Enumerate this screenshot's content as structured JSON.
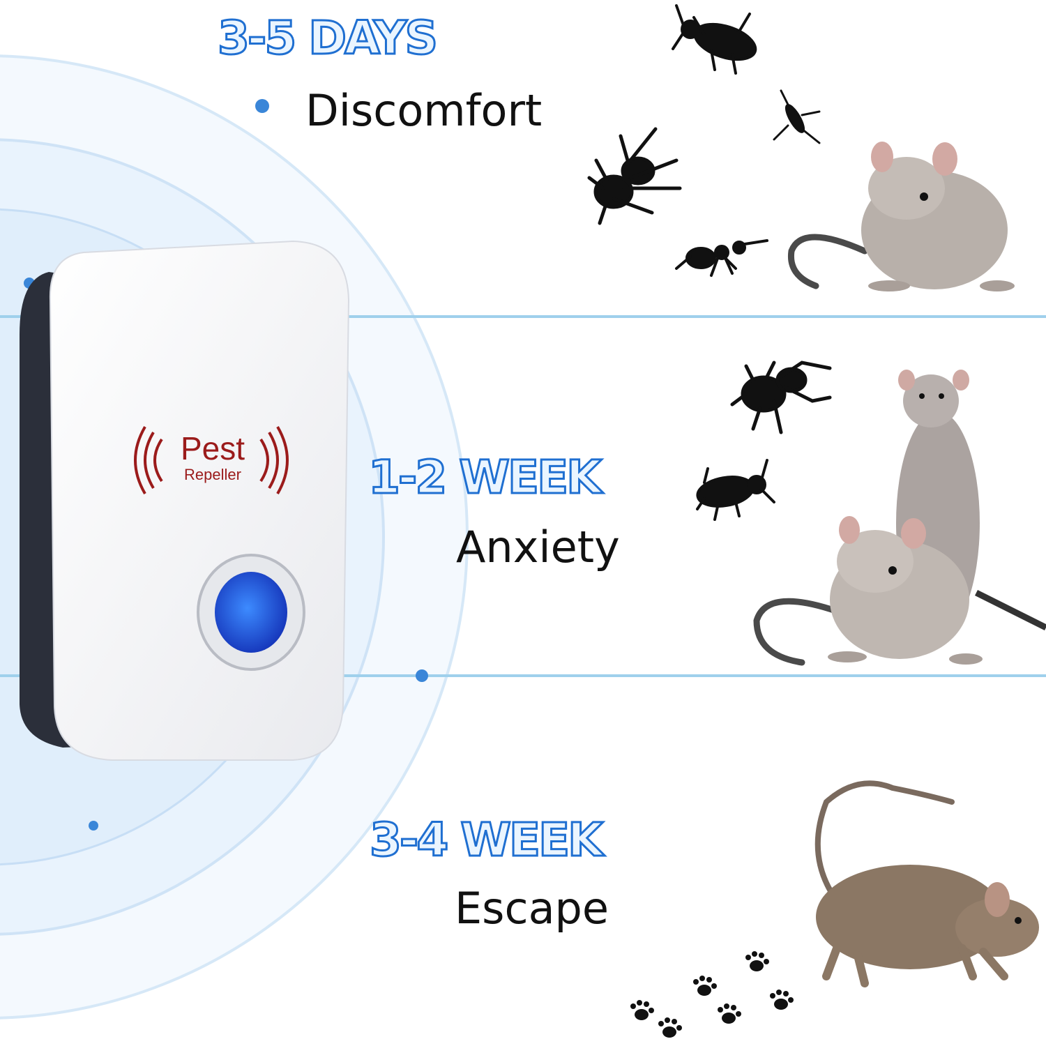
{
  "device": {
    "brand_main": "Pest",
    "brand_sub": "Repeller",
    "led_color": "#1e5ff0"
  },
  "stages": [
    {
      "duration": "3-5 DAYS",
      "effect": "Discomfort"
    },
    {
      "duration": "1-2 WEEK",
      "effect": "Anxiety"
    },
    {
      "duration": "3-4 WEEK",
      "effect": "Escape"
    }
  ],
  "colors": {
    "accent": "#1f6fd1",
    "divider": "#9fd0ec",
    "text": "#111111"
  },
  "icons": [
    "cockroach-icon",
    "mosquito-icon",
    "spider-icon",
    "ant-icon",
    "mouse-icon",
    "paw-print-icon"
  ]
}
